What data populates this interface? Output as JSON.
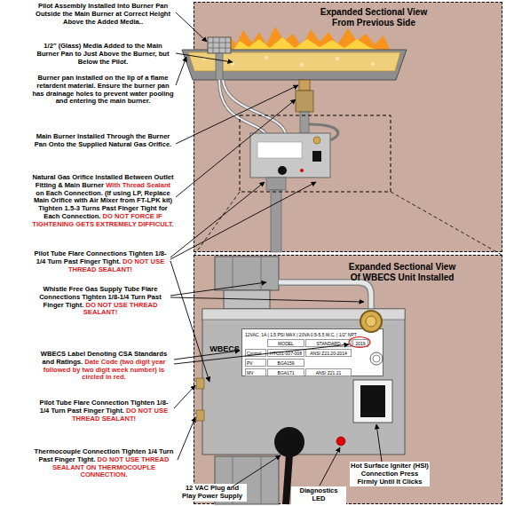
{
  "diagram": {
    "nodes": [
      {
        "text": [
          "Expanded Sectional View From Previous Side"
        ]
      },
      {
        "text": [
          "Expanded Sectional View Of WBECS Unit Installed"
        ]
      },
      {
        "text": [
          "WBECS"
        ],
        "in": 1
      }
    ],
    "labels": [
      "Pilot Assembly Installed Into Burner Pan Outside the Main Burner at Correct Height Above the Added Media..",
      "1/2\" (Glass) Media Added to the Main Burner Pan to Just Above the Burner, but Below the Pilot.",
      "Burner pan installed on the lip of a flame retardent material. Ensure the burner pan has drainage holes to prevent water pooling and entering the main burner.",
      "Main Burner Installed Through the Burner Pan Onto the Supplied Natural Gas Orifice.",
      "Natural Gas Orifice Installed Between Outlet Fitting & Main Burner",
      "With Thread Sealant",
      "on Each Connection. (If using LP, Replace Main Orifice with Air Mixer from FT-LPK kit) Tighten 1.5-3 Turns Past Finger Tight for Each Connection.",
      "DO NOT FORCE IF TIGHTENING GETS EXTREMELY DIFFICULT.",
      "Pilot Tube Flare Connections Tighten 1/8-1/4 Turn Past Finger Tight.",
      "DO NOT USE THREAD SEALANT!",
      "Whistle Free Gas Supply Tube Flare Connections Tighten 1/8-1/4 Turn Past Finger Tight.",
      "DO NOT USE THREAD SEALANT!",
      "WBECS Label Denoting CSA Standards and Ratings.",
      "Date Code (two digit year followed by two digit week number) is circled in red.",
      "Pilot Tube Flare Connection Tighten 1/8-1/4 Turn Past Finger Tight.",
      "DO NOT USE THREAD SEALANT!",
      "Thermocouple Connection TIghten 1/4 Turn Past Finger Tight.",
      "DO NOT USE THREAD SEALANT ON THERMOCOUPLE CONNECTION.",
      "12 VAC Plug and Play Power Supply",
      "Diagnostics LED",
      "Hot Surface Igniter (HSI) Connection Press Firmly Until It Clicks",
      "12VAC, 1A | 1.5 PSI MAX | 20VA 0.5-5.5 W.C. | 1/2\" NPT",
      "MODEL",
      "STANDARD",
      "2019",
      "Control",
      "HTC01-007-008",
      "ANSI Z21.20-2014",
      "PV",
      "BGA159",
      "MV",
      "BGA171",
      "ANSI Z21.21"
    ]
  }
}
